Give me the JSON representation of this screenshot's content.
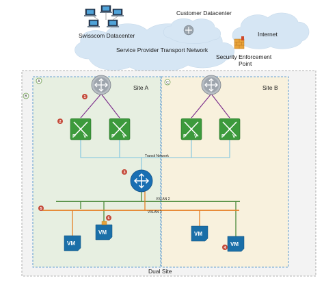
{
  "clouds": {
    "swisscom_datacenter": "Swisscom Datacenter",
    "customer_datacenter": "Customer Datacenter",
    "internet": "Internet",
    "transport_network": "Service Provider Transport Network",
    "security_point": "Security Enforcement Point"
  },
  "sites": {
    "site_a": "Site A",
    "site_b": "Site B",
    "dual_site": "Dual Site"
  },
  "networks": {
    "transit": "Transit Network",
    "vxlan2": "VXLAN 2",
    "vxlan1": "VXLAN 1"
  },
  "zone_letters": {
    "a": "A",
    "b": "B",
    "c": "C"
  },
  "markers": [
    "1",
    "2",
    "3",
    "4",
    "5",
    "6"
  ],
  "device_labels": {
    "vm": "VM",
    "p": "P",
    "v": "V"
  },
  "colors": {
    "cloud": "#d9e8f5",
    "site_a_fill": "#e8f0e2",
    "site_b_fill": "#f8f2df",
    "edge_green": "#3c9a3c",
    "router_blue": "#1a6fb3",
    "vm_blue": "#1a6fa8",
    "vxlan_orange": "#e67e22",
    "vxlan_green": "#4a8a3a",
    "transit_cyan": "#7ec4df",
    "uplink_purple": "#7a2a8a",
    "marker_red": "#c44a3a"
  },
  "icons": [
    "laptop-icon",
    "router-icon",
    "edge-gateway-icon",
    "logical-router-icon",
    "firewall-icon",
    "vm-icon",
    "cloud-shape"
  ]
}
